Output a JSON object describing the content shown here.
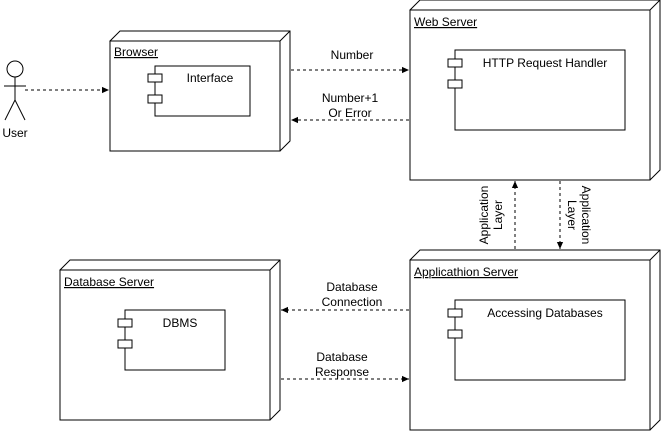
{
  "actor": {
    "label": "User"
  },
  "nodes": {
    "browser": {
      "title": "Browser",
      "component": "Interface"
    },
    "web_server": {
      "title": "Web Server",
      "component": "HTTP Request Handler"
    },
    "app_server": {
      "title": "Applicathion Server",
      "component": "Accessing Databases"
    },
    "db_server": {
      "title": "Database Server",
      "component": "DBMS"
    }
  },
  "edges": {
    "number": "Number",
    "number_plus_one": [
      "Number+1",
      "Or Error"
    ],
    "app_layer_up": [
      "Application",
      "Layer"
    ],
    "app_layer_down": [
      "Application",
      "Layer"
    ],
    "db_connection": [
      "Database",
      "Connection"
    ],
    "db_response": [
      "Database",
      "Response"
    ]
  }
}
